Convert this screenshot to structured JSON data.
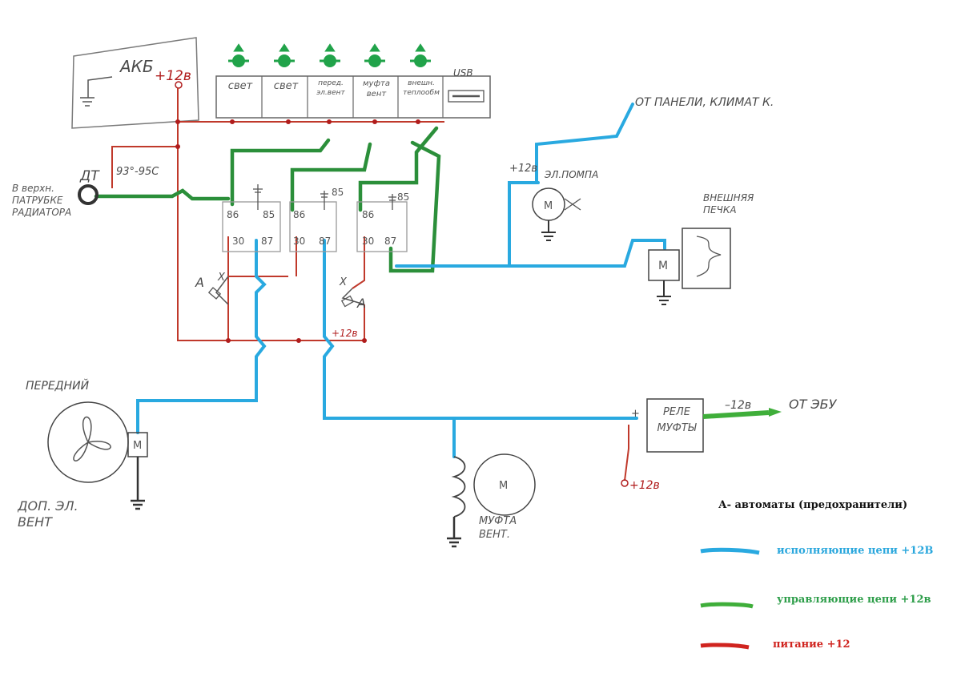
{
  "battery": {
    "label": "АКБ",
    "voltage": "+12в"
  },
  "switch_panel": {
    "switches": [
      "свет",
      "свет",
      "перед. эл.вент",
      "муфта вент",
      "внешн. теплообм"
    ],
    "usb": "USB"
  },
  "sensor": {
    "label": "ДТ",
    "temp_range": "93°-95С",
    "location": "В верхн. ПАТРУБКЕ РАДИАТОРА"
  },
  "relays": [
    {
      "pin86": "86",
      "pin85": "85",
      "pin30": "30",
      "pin87": "87"
    },
    {
      "pin86": "86",
      "pin85": "85",
      "pin30": "30",
      "pin87": "87"
    },
    {
      "pin86": "86",
      "pin85": "85",
      "pin30": "30",
      "pin87": "87"
    }
  ],
  "fuses": {
    "left": "A",
    "right": "A",
    "mark": "X",
    "v12": "+12в"
  },
  "components": {
    "pump": {
      "label": "ЭЛ.ПОМПА",
      "voltage": "+12в",
      "motor": "M"
    },
    "heater": {
      "label": "ВНЕШНЯЯ ПЕЧКА",
      "motor": "M"
    },
    "front_fan": {
      "label_top": "ПЕРЕДНИЙ",
      "label_bottom": "ДОП. ЭЛ. ВЕНТ",
      "motor": "M"
    },
    "clutch_fan": {
      "label": "МУФТА ВЕНТ.",
      "motor": "M"
    },
    "clutch_relay": {
      "label": "РЕЛЕ МУФТЫ",
      "plus": "+",
      "minus_12": "–12в",
      "from_ecu": "ОТ ЭБУ",
      "supply": "+12в"
    },
    "climate": {
      "label": "ОТ ПАНЕЛИ, КЛИМАТ К."
    }
  },
  "legend": {
    "title": "А- автоматы (предохранители)",
    "items": [
      {
        "text": "исполняющие цепи  +12В",
        "color": "#2aa7dd"
      },
      {
        "text": "управляющие цепи  +12в",
        "color": "#2e9e4a"
      },
      {
        "text": "питание  +12",
        "color": "#d0241f"
      }
    ]
  },
  "colors": {
    "exec": "#29a9e0",
    "control": "#2b8f3a",
    "power": "#c0392b",
    "pencil": "#6d6d6d"
  }
}
